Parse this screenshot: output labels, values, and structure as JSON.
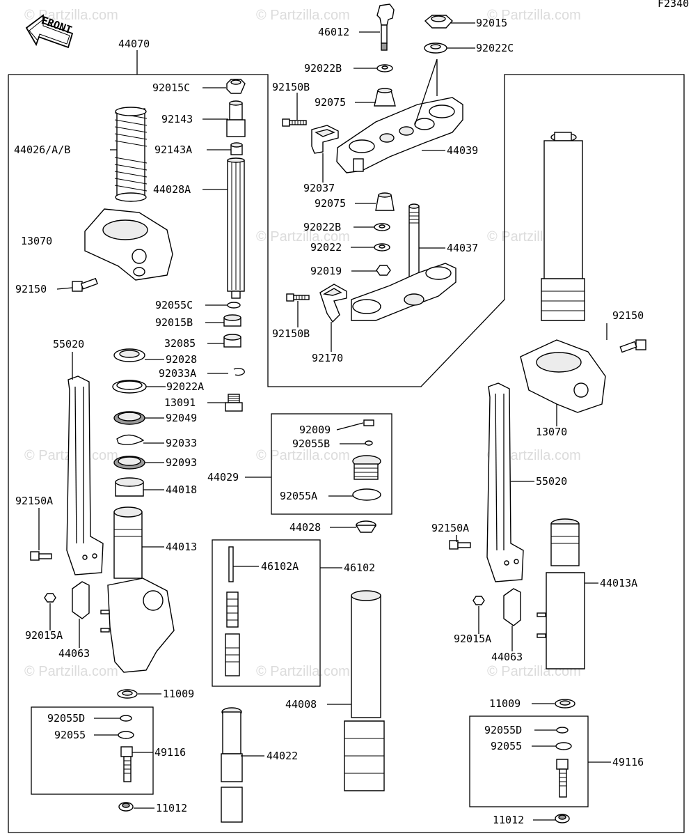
{
  "figure_code": "F2340",
  "front_label": "FRONT",
  "watermark": "© Partzilla.com",
  "labels": {
    "p46012": "46012",
    "p92015": "92015",
    "p92022C": "92022C",
    "p44070": "44070",
    "p92022B_top": "92022B",
    "p92015C": "92015C",
    "p92150B_top": "92150B",
    "p92075_top": "92075",
    "p92143": "92143",
    "p44026": "44026/A/B",
    "p92143A": "92143A",
    "p44039": "44039",
    "p44028A": "44028A",
    "p92037": "92037",
    "p92075_mid": "92075",
    "p92022B_mid": "92022B",
    "p44037": "44037",
    "p13070_left": "13070",
    "p92022": "92022",
    "p92019": "92019",
    "p92150_left": "92150",
    "p92055C": "92055C",
    "p92150B_bot": "92150B",
    "p92015B": "92015B",
    "p92150_right": "92150",
    "p55020_left": "55020",
    "p32085": "32085",
    "p92170": "92170",
    "p92028": "92028",
    "p92033A": "92033A",
    "p92022A": "92022A",
    "p13091": "13091",
    "p92049": "92049",
    "p92009": "92009",
    "p92055B": "92055B",
    "p13070_right": "13070",
    "p92033": "92033",
    "p92093": "92093",
    "p44029": "44029",
    "p55020_right": "55020",
    "p44018": "44018",
    "p92055A": "92055A",
    "p92150A_left": "92150A",
    "p92150A_right": "92150A",
    "p44028": "44028",
    "p44013": "44013",
    "p46102A": "46102A",
    "p46102": "46102",
    "p44013A": "44013A",
    "p92015A_left": "92015A",
    "p44063_left": "44063",
    "p92015A_right": "92015A",
    "p44063_right": "44063",
    "p11009_left": "11009",
    "p11009_right": "11009",
    "p44008": "44008",
    "p92055D_left": "92055D",
    "p92055_left": "92055",
    "p49116_left": "49116",
    "p44022": "44022",
    "p92055D_right": "92055D",
    "p92055_right": "92055",
    "p49116_right": "49116",
    "p11012_left": "11012",
    "p11012_right": "11012"
  }
}
